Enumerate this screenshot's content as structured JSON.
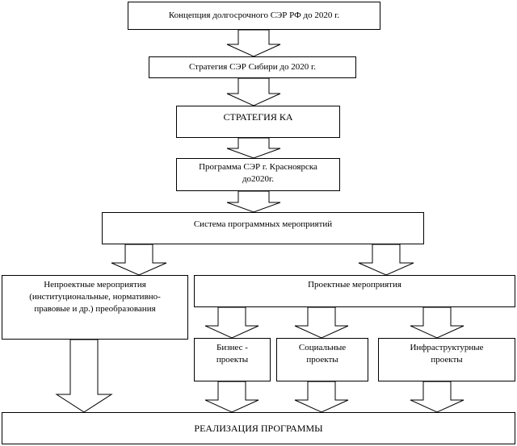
{
  "boxes": {
    "concept": "Концепция долгосрочного СЭР РФ до 2020 г.",
    "strategy_siberia": "Стратегия СЭР Сибири до 2020 г.",
    "strategy_ka": "СТРАТЕГИЯ КА",
    "program_line1": "Программа СЭР г. Красноярска",
    "program_line2": "до2020г.",
    "system": "Система программных мероприятий",
    "nonproject_line1": "Непроектные мероприятия",
    "nonproject_line2": "(институциональные, нормативно-",
    "nonproject_line3": "правовые и др.) преобразования",
    "project": "Проектные мероприятия",
    "business_line1": "Бизнес -",
    "business_line2": "проекты",
    "social_line1": "Социальные",
    "social_line2": "проекты",
    "infra_line1": "Инфраструктурные",
    "infra_line2": "проекты",
    "realization": "РЕАЛИЗАЦИЯ ПРОГРАММЫ"
  }
}
